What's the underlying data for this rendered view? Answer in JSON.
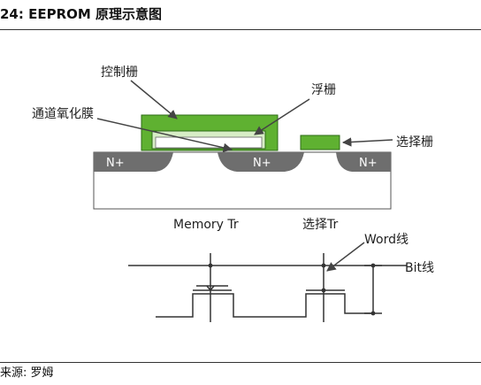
{
  "header": {
    "title": "24:  EEPROM 原理示意图"
  },
  "diagram": {
    "labels": {
      "control_gate": "控制栅",
      "floating_gate": "浮栅",
      "tunnel_oxide": "通道氧化膜",
      "select_gate": "选择栅",
      "n_plus": "N+",
      "memory_tr": "Memory Tr",
      "select_tr": "选择Tr",
      "word_line": "Word线",
      "bit_line": "Bit线"
    }
  },
  "footer": {
    "source": "来源:  罗姆"
  },
  "colors": {
    "gate_green": "#5fb131",
    "gate_dark": "#2e6b16",
    "nplus_gray": "#6e6e6e",
    "line": "#333333"
  }
}
